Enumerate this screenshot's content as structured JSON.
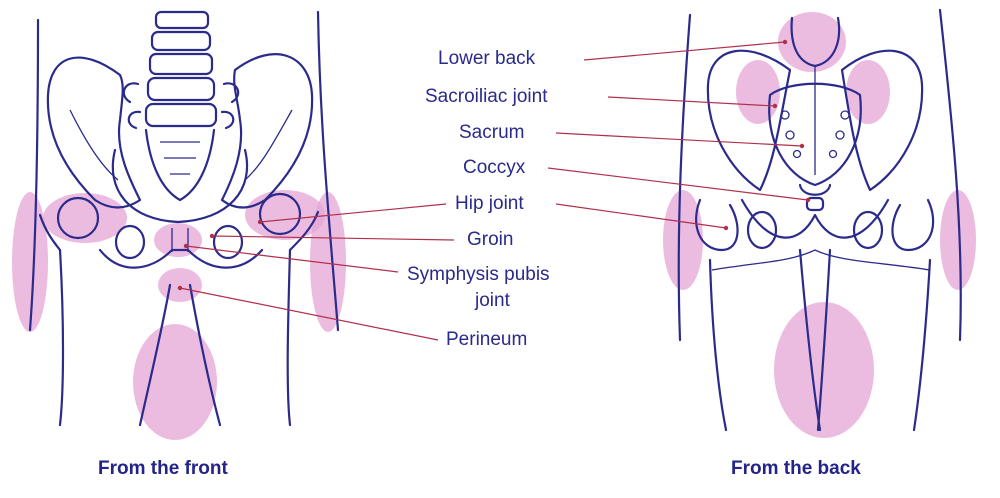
{
  "labels": {
    "lower_back": "Lower back",
    "sacroiliac_joint": "Sacroiliac joint",
    "sacrum": "Sacrum",
    "coccyx": "Coccyx",
    "hip_joint": "Hip joint",
    "groin": "Groin",
    "symphysis_line1": "Symphysis pubis",
    "symphysis_line2": "joint",
    "perineum": "Perineum"
  },
  "captions": {
    "front": "From the front",
    "back": "From the back"
  },
  "colors": {
    "outline": "#2b2b8c",
    "pain_area": "#e6a6d6",
    "leader_line": "#b0304a",
    "text": "#2a2a8a"
  }
}
